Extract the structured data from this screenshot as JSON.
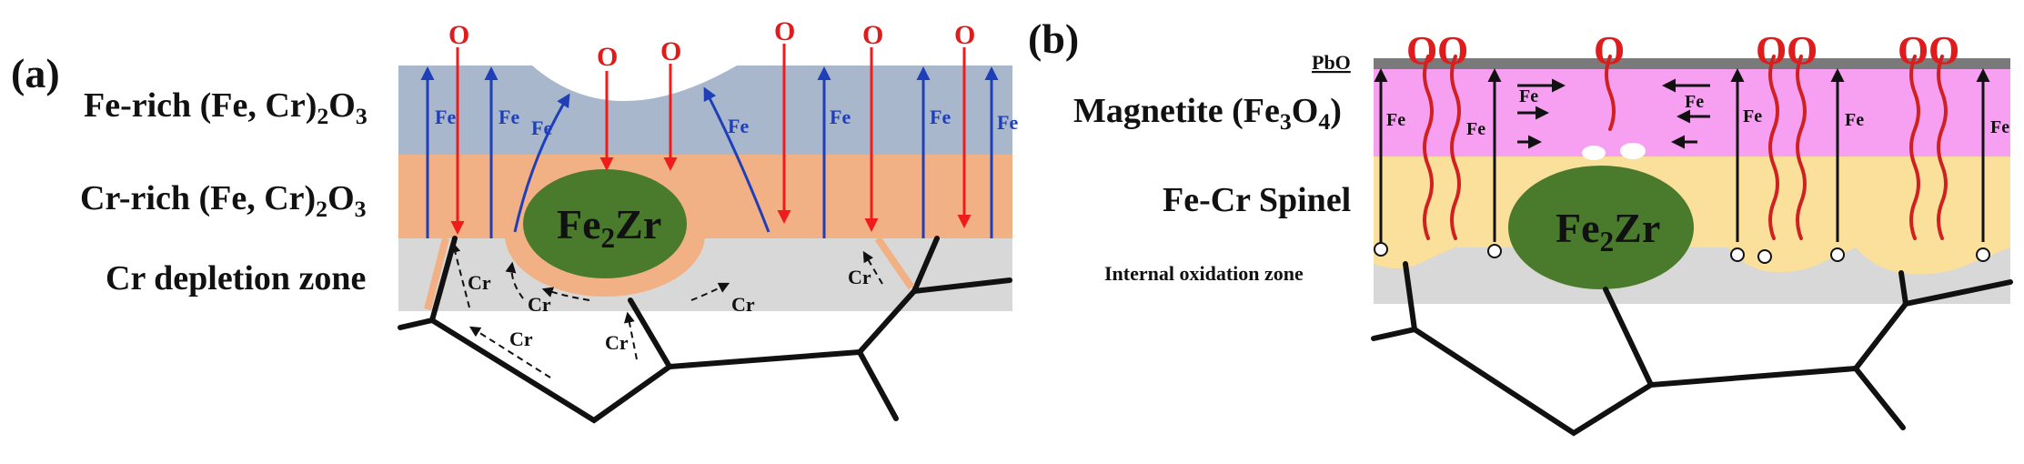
{
  "panel_a": {
    "label": "(a)",
    "layers": {
      "fe_rich": "Fe-rich (Fe, Cr)",
      "fe_rich_sub": "2",
      "fe_rich_tail": "O",
      "fe_rich_sub2": "3",
      "cr_rich": "Cr-rich (Fe, Cr)",
      "cr_rich_sub": "2",
      "cr_rich_tail": "O",
      "cr_rich_sub2": "3",
      "depletion": "Cr depletion zone"
    },
    "particle": {
      "main": "Fe",
      "sub": "2",
      "tail": "Zr"
    },
    "oxygen_label": "O",
    "iron_label": "Fe",
    "chromium_label": "Cr"
  },
  "panel_b": {
    "label": "(b)",
    "layers": {
      "pbo": "PbO",
      "magnetite": "Magnetite (Fe",
      "magnetite_sub": "3",
      "magnetite_mid": "O",
      "magnetite_sub2": "4",
      "magnetite_tail": ")",
      "spinel": "Fe-Cr Spinel",
      "internal": "Internal oxidation zone"
    },
    "particle": {
      "main": "Fe",
      "sub": "2",
      "tail": "Zr"
    },
    "oxygen_label": "O",
    "iron_label": "Fe"
  },
  "colors": {
    "fe_rich_layer": "#a9b7cd",
    "cr_rich_layer": "#f2b185",
    "depletion_layer": "#d8d8d8",
    "particle": "#4a7b2c",
    "oxygen_arrow": "#f01c1c",
    "iron_arrow_a": "#1f3fb8",
    "pbo_layer": "#7a7a7a",
    "magnetite_layer": "#f7a0f2",
    "spinel_layer": "#fbe09b",
    "internal_layer": "#d8d8d8"
  }
}
